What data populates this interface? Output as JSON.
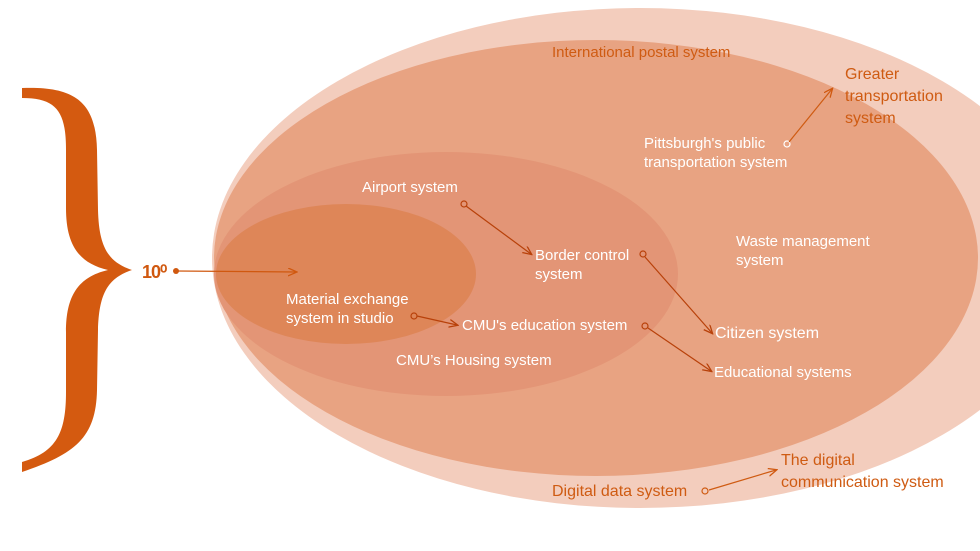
{
  "order_label": "10⁰",
  "colors": {
    "accent": "#d0580f",
    "brace": "#d45a10",
    "outer_ring": "#f3cdbd",
    "label_dark": "#cf5b12",
    "label_light": "#ffffff"
  },
  "systems": {
    "international_postal": "International postal system",
    "greater_transportation": "Greater\ntransportation\nsystem",
    "pittsburgh_public_transportation": "Pittsburgh's public\ntransportation system",
    "airport": "Airport system",
    "border_control": "Border control\nsystem",
    "waste_management": "Waste management\nsystem",
    "material_exchange": "Material exchange\nsystem in studio",
    "cmu_education": "CMU's education system",
    "citizen": "Citizen system",
    "cmu_housing": "CMU’s Housing system",
    "educational": "Educational systems",
    "digital_communication": "The digital\ncommunication system",
    "digital_data": "Digital data system"
  }
}
